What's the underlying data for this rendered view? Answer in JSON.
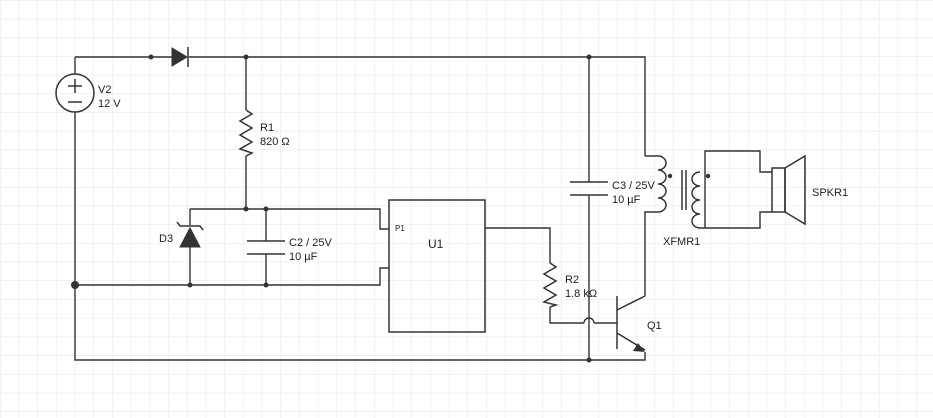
{
  "components": {
    "v2": {
      "name": "V2",
      "value": "12 V"
    },
    "r1": {
      "name": "R1",
      "value": "820 Ω"
    },
    "d3": {
      "name": "D3"
    },
    "c2": {
      "name": "C2 / 25V",
      "value": "10 µF"
    },
    "u1": {
      "name": "U1",
      "pin": "P1"
    },
    "r2": {
      "name": "R2",
      "value": "1.8 kΩ"
    },
    "c3": {
      "name": "C3 / 25V",
      "value": "10 µF"
    },
    "xfmr1": {
      "name": "XFMR1"
    },
    "spkr1": {
      "name": "SPKR1"
    },
    "q1": {
      "name": "Q1"
    }
  },
  "colors": {
    "grid": "#e6e6e6",
    "wire": "#333333",
    "background": "#ffffff"
  }
}
